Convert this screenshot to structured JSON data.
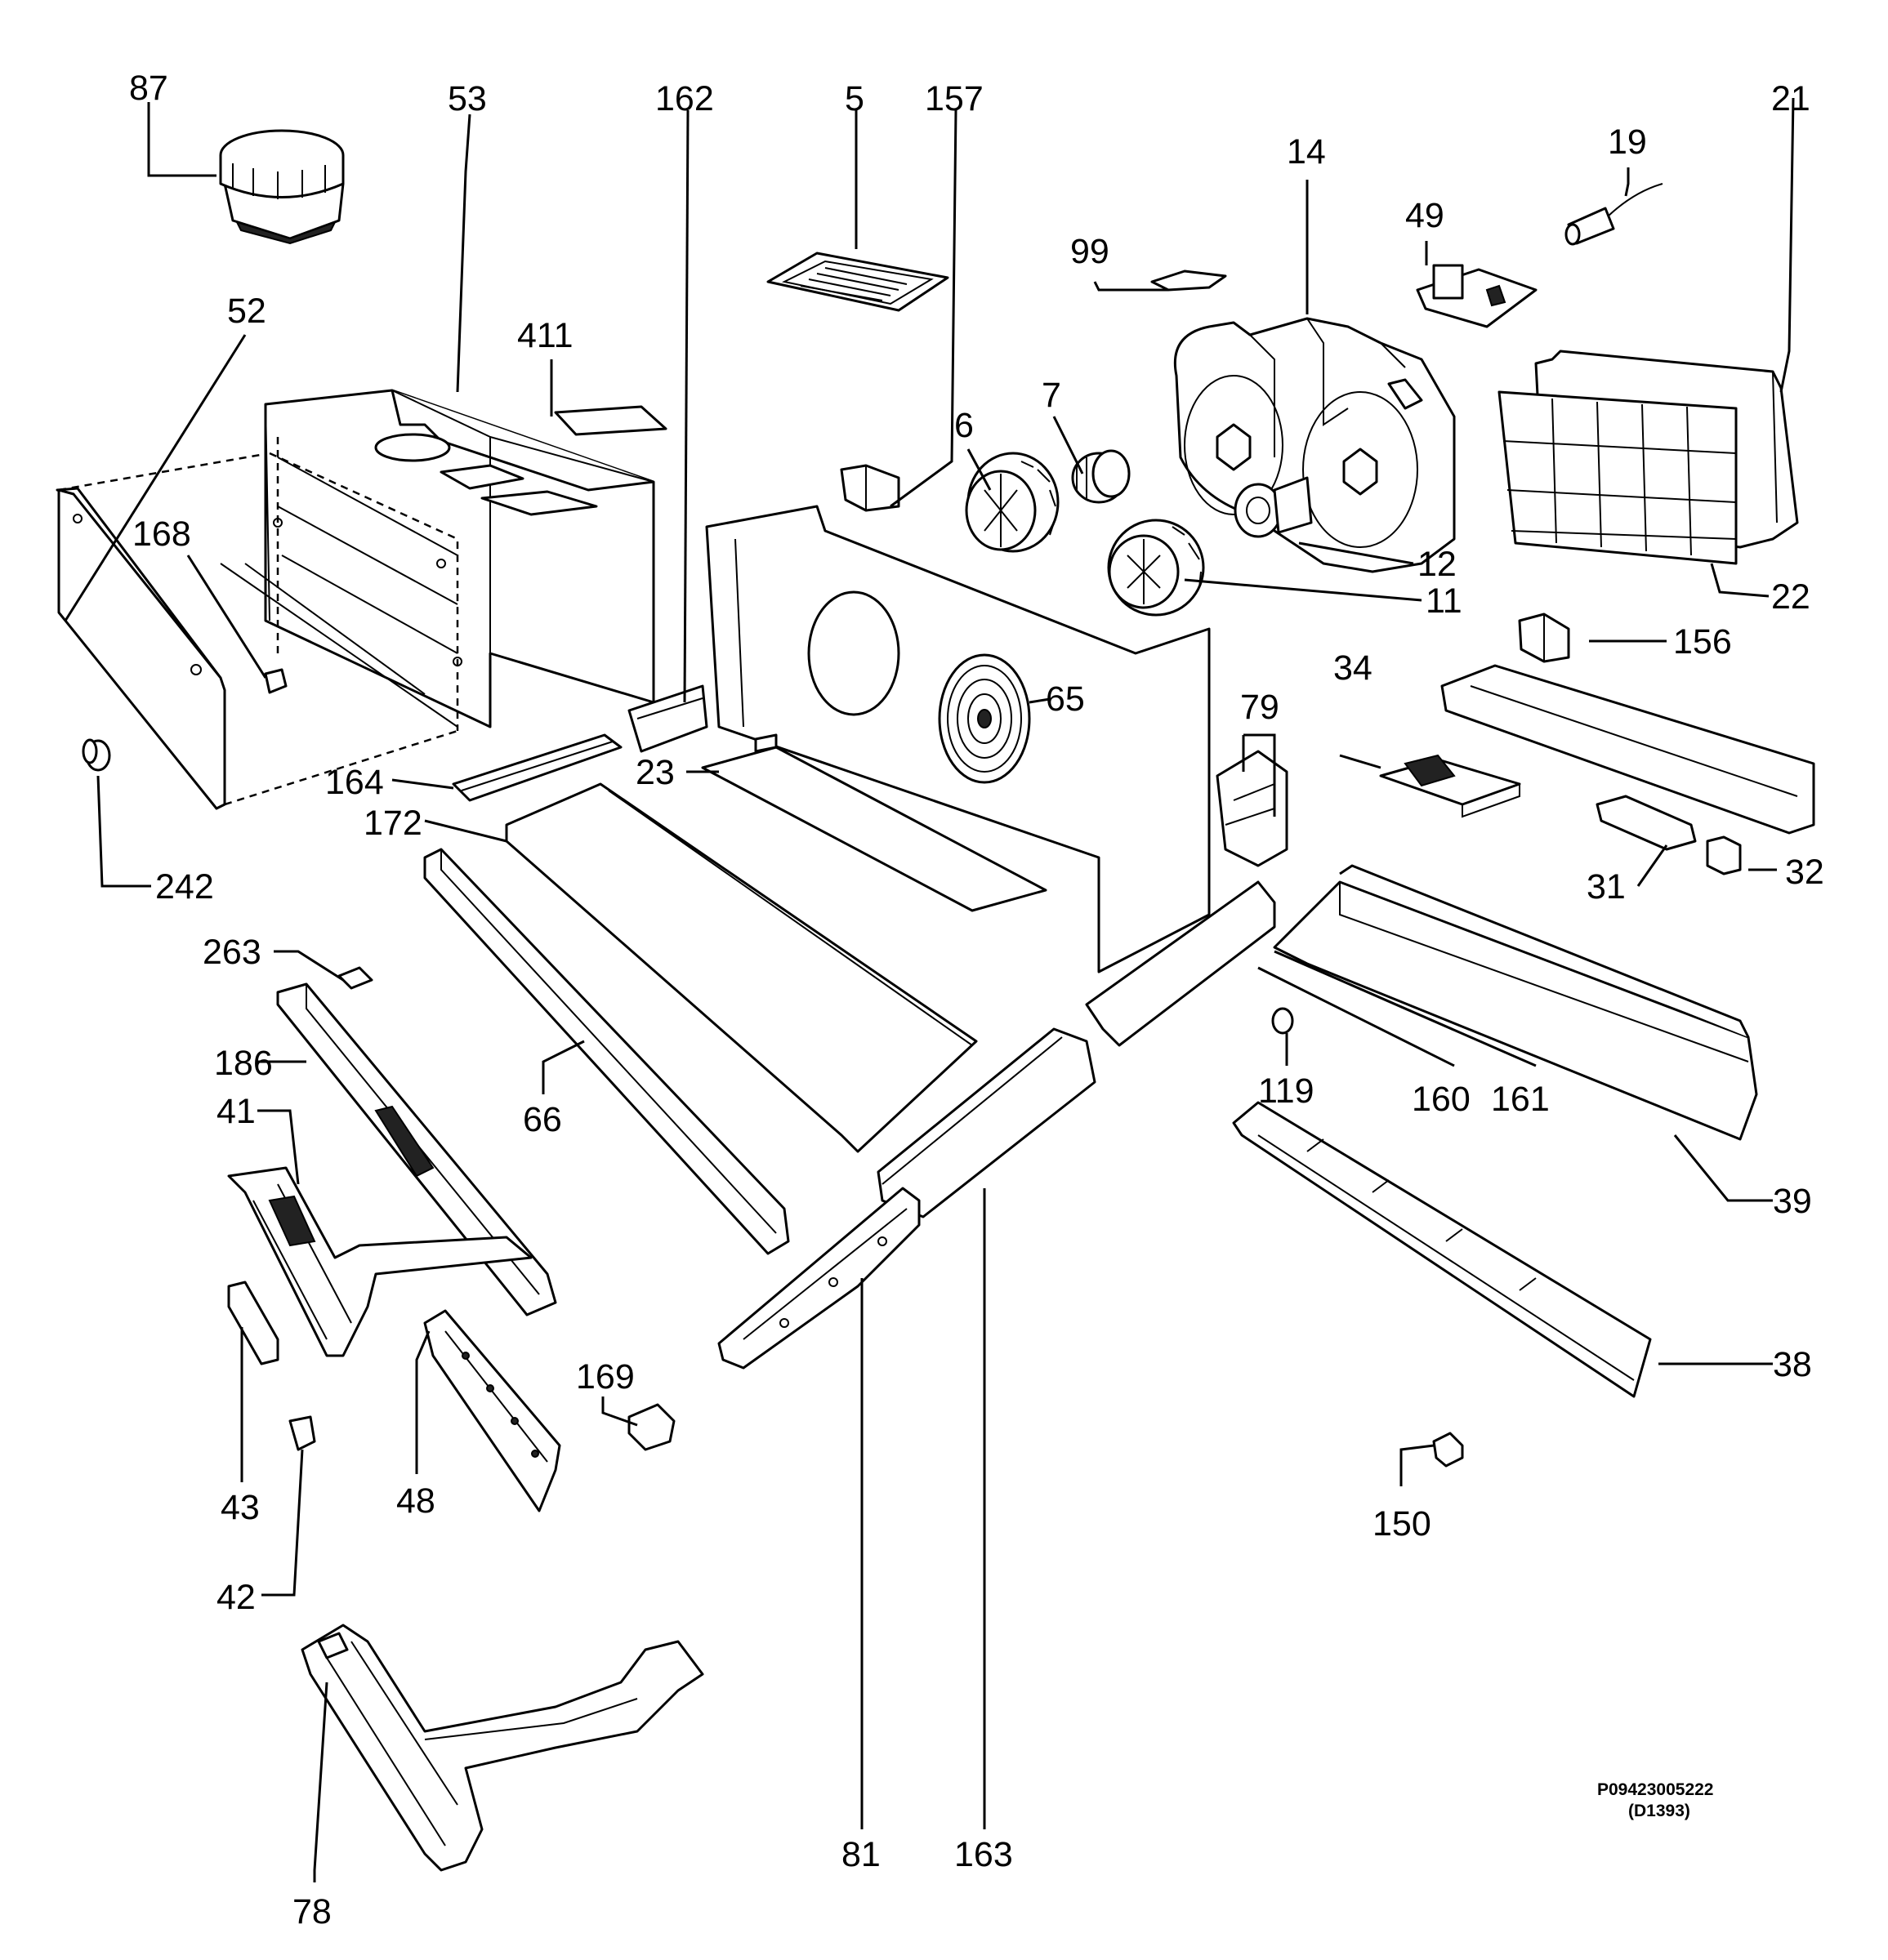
{
  "diagram": {
    "code": "P09423005222",
    "code_sub": "(D1393)",
    "labels": {
      "l87": "87",
      "l53": "53",
      "l162": "162",
      "l5": "5",
      "l157": "157",
      "l14": "14",
      "l19": "19",
      "l21": "21",
      "l49": "49",
      "l99": "99",
      "l52": "52",
      "l411": "411",
      "l7": "7",
      "l6": "6",
      "l168": "168",
      "l12": "12",
      "l11": "11",
      "l22": "22",
      "l156": "156",
      "l65": "65",
      "l34": "34",
      "l79": "79",
      "l23": "23",
      "l164": "164",
      "l172": "172",
      "l31": "31",
      "l32": "32",
      "l242": "242",
      "l263": "263",
      "l186": "186",
      "l119": "119",
      "l160": "160",
      "l161": "161",
      "l66": "66",
      "l41": "41",
      "l39": "39",
      "l38": "38",
      "l169": "169",
      "l43": "43",
      "l48": "48",
      "l150": "150",
      "l42": "42",
      "l81": "81",
      "l163": "163",
      "l78": "78"
    }
  }
}
